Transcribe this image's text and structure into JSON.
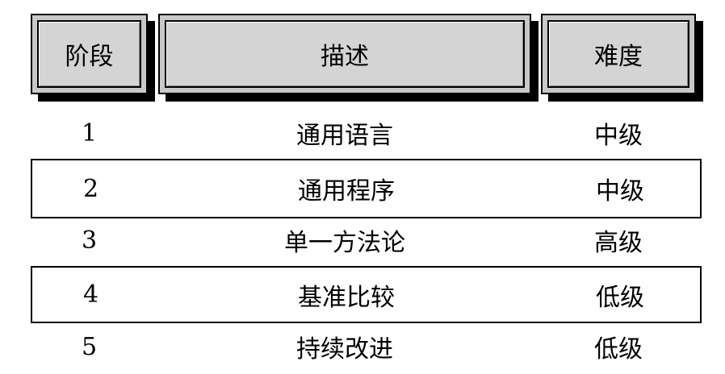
{
  "header": {
    "stage": "阶段",
    "description": "描述",
    "difficulty": "难度"
  },
  "rows": [
    {
      "stage": "1",
      "description": "通用语言",
      "difficulty": "中级",
      "boxed": false
    },
    {
      "stage": "2",
      "description": "通用程序",
      "difficulty": "中级",
      "boxed": true
    },
    {
      "stage": "3",
      "description": "单一方法论",
      "difficulty": "高级",
      "boxed": false
    },
    {
      "stage": "4",
      "description": "基准比较",
      "difficulty": "低级",
      "boxed": true
    },
    {
      "stage": "5",
      "description": "持续改进",
      "difficulty": "低级",
      "boxed": false
    }
  ]
}
